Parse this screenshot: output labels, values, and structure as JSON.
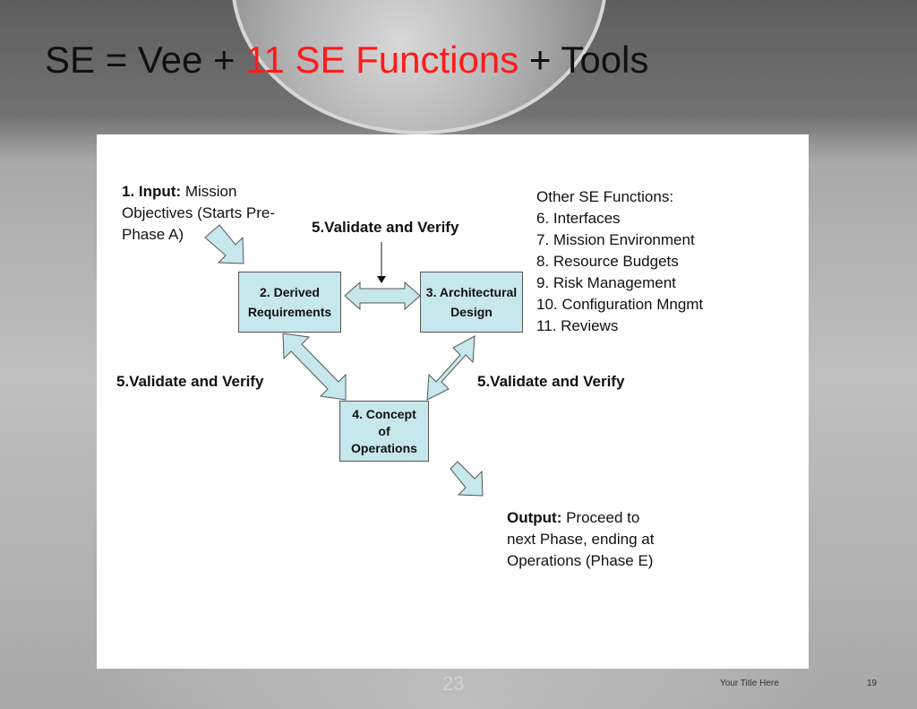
{
  "slide": {
    "title_prefix": "SE = Vee + ",
    "title_accent": "11 SE Functions",
    "title_suffix": " + Tools",
    "accent_color": "#ff1a1a",
    "footer_title": "Your Title Here",
    "page_number": "19",
    "ghost_number": "23"
  },
  "diagram": {
    "input_label": "1. Input:",
    "input_lines": [
      " Mission",
      "Objectives (Starts Pre-",
      "Phase A)"
    ],
    "validate_top": "5.Validate and Verify",
    "validate_left": "5.Validate and Verify",
    "validate_right": "5.Validate and Verify",
    "box_derived": [
      "2. Derived",
      "Requirements"
    ],
    "box_arch": [
      "3. Architectural",
      "Design"
    ],
    "box_conops": [
      "4. Concept",
      "of",
      "Operations"
    ],
    "box_fill": "#c6e7ec",
    "other_functions": [
      "Other SE Functions:",
      "6. Interfaces",
      "7. Mission Environment",
      "8. Resource Budgets",
      "9. Risk Management",
      "10. Configuration Mngmt",
      "11. Reviews"
    ],
    "output_label": "Output:",
    "output_lines": [
      " Proceed to",
      "next Phase, ending at",
      "Operations (Phase E)"
    ]
  }
}
